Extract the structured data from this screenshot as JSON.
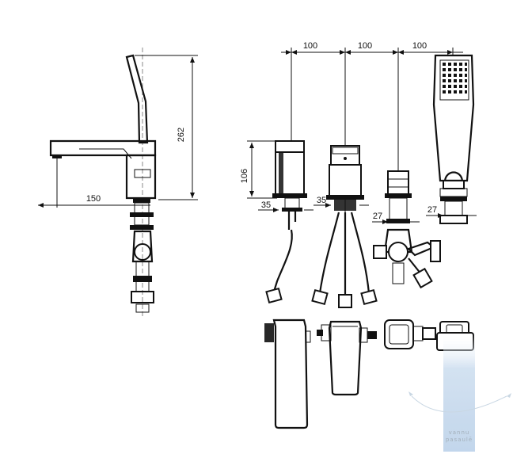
{
  "dimensions": {
    "left_height": "262",
    "left_reach": "150",
    "top_spacing_1": "100",
    "top_spacing_2": "100",
    "top_spacing_3": "100",
    "body_height": "106",
    "base_a": "35",
    "base_b": "35",
    "base_c": "27",
    "base_d": "27"
  },
  "watermark": {
    "line1": "vannu",
    "line2": "pasaulē"
  },
  "colors": {
    "ink": "#111111",
    "watermark_bar": "#d6e4f2"
  }
}
